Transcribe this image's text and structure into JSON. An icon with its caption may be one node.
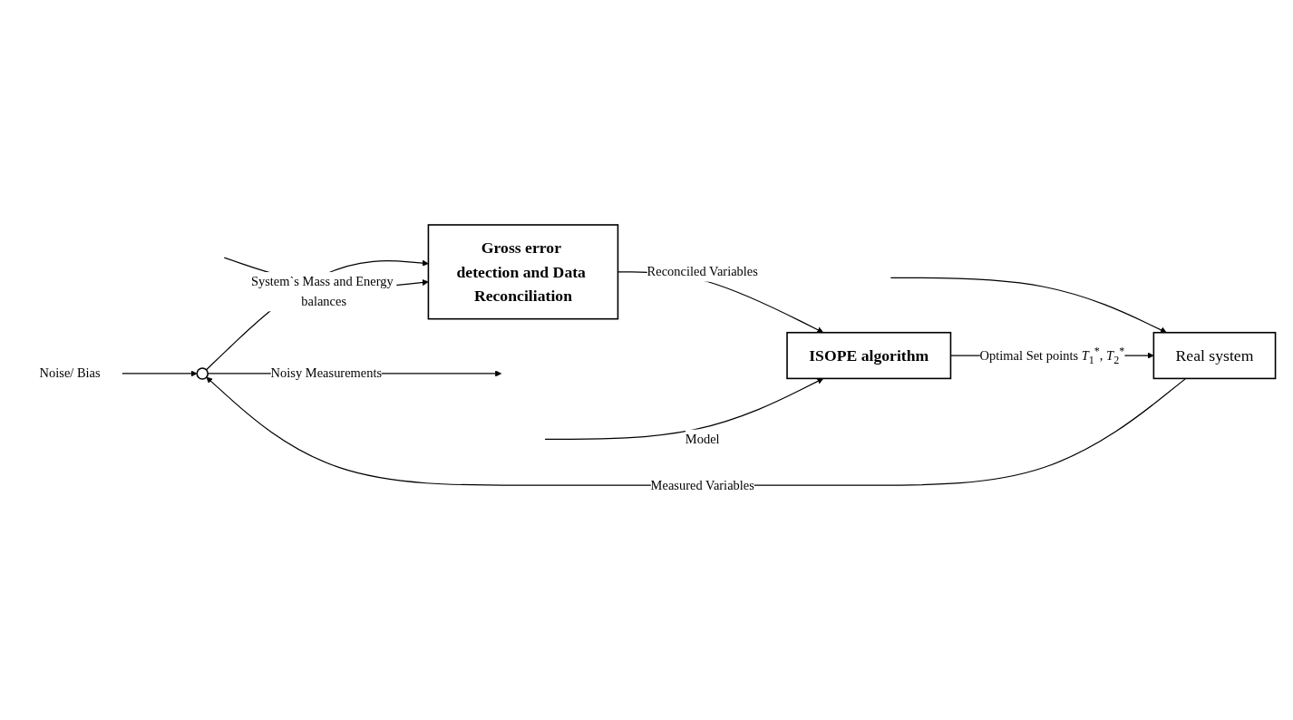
{
  "diagram": {
    "nodes": [
      {
        "text": [
          "Noise/ Bias"
        ]
      },
      {
        "text": [
          "Real system"
        ]
      },
      {
        "text": [],
        "shape": "circle"
      },
      {
        "text": [
          "ISOPE algorithm"
        ]
      },
      {
        "text": [
          "Gross error detection and Data Reconciliation"
        ]
      }
    ],
    "edges": [
      {
        "from": null,
        "to": 1,
        "arrow": "to"
      },
      {
        "from": 3,
        "to": 1,
        "arrow": "to",
        "label": "Optimal Set points *T*$_{1}$$^{*}$, *T*$_{2}$$^{*}$"
      },
      {
        "from": 1,
        "to": 2,
        "arrow": "to",
        "label": "Measured Variables"
      },
      {
        "from": 0,
        "to": 2,
        "arrow": "to"
      },
      {
        "from": 2,
        "to": null,
        "arrow": "to",
        "label": "Noisy Measurements"
      },
      {
        "from": 2,
        "to": 4,
        "arrow": "to"
      },
      {
        "from": 4,
        "to": 3,
        "arrow": "to",
        "label": "Reconciled Variables"
      },
      {
        "from": null,
        "to": 3,
        "arrow": "to",
        "label": "Model"
      },
      {
        "from": null,
        "to": 4,
        "arrow": "to",
        "label": "System`s Mass and Energy balances"
      }
    ]
  }
}
